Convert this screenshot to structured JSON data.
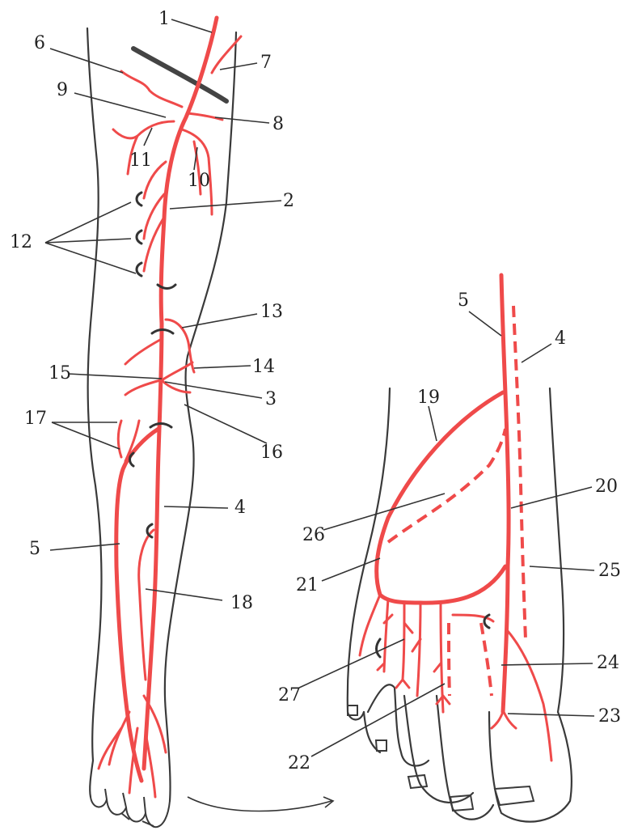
{
  "colors": {
    "artery": "#ef4a4a",
    "outline": "#3a3a3a",
    "background": "#ffffff"
  },
  "labels": {
    "l1": "1",
    "l2": "2",
    "l3": "3",
    "l4": "4",
    "l5": "5",
    "l6": "6",
    "l7": "7",
    "l8": "8",
    "l9": "9",
    "l10": "10",
    "l11": "11",
    "l12": "12",
    "l13": "13",
    "l14": "14",
    "l15": "15",
    "l16": "16",
    "l17": "17",
    "l18": "18",
    "f5": "5",
    "f4": "4",
    "f19": "19",
    "f20": "20",
    "f26": "26",
    "f21": "21",
    "f25": "25",
    "f24": "24",
    "f27": "27",
    "f23": "23",
    "f22": "22"
  }
}
